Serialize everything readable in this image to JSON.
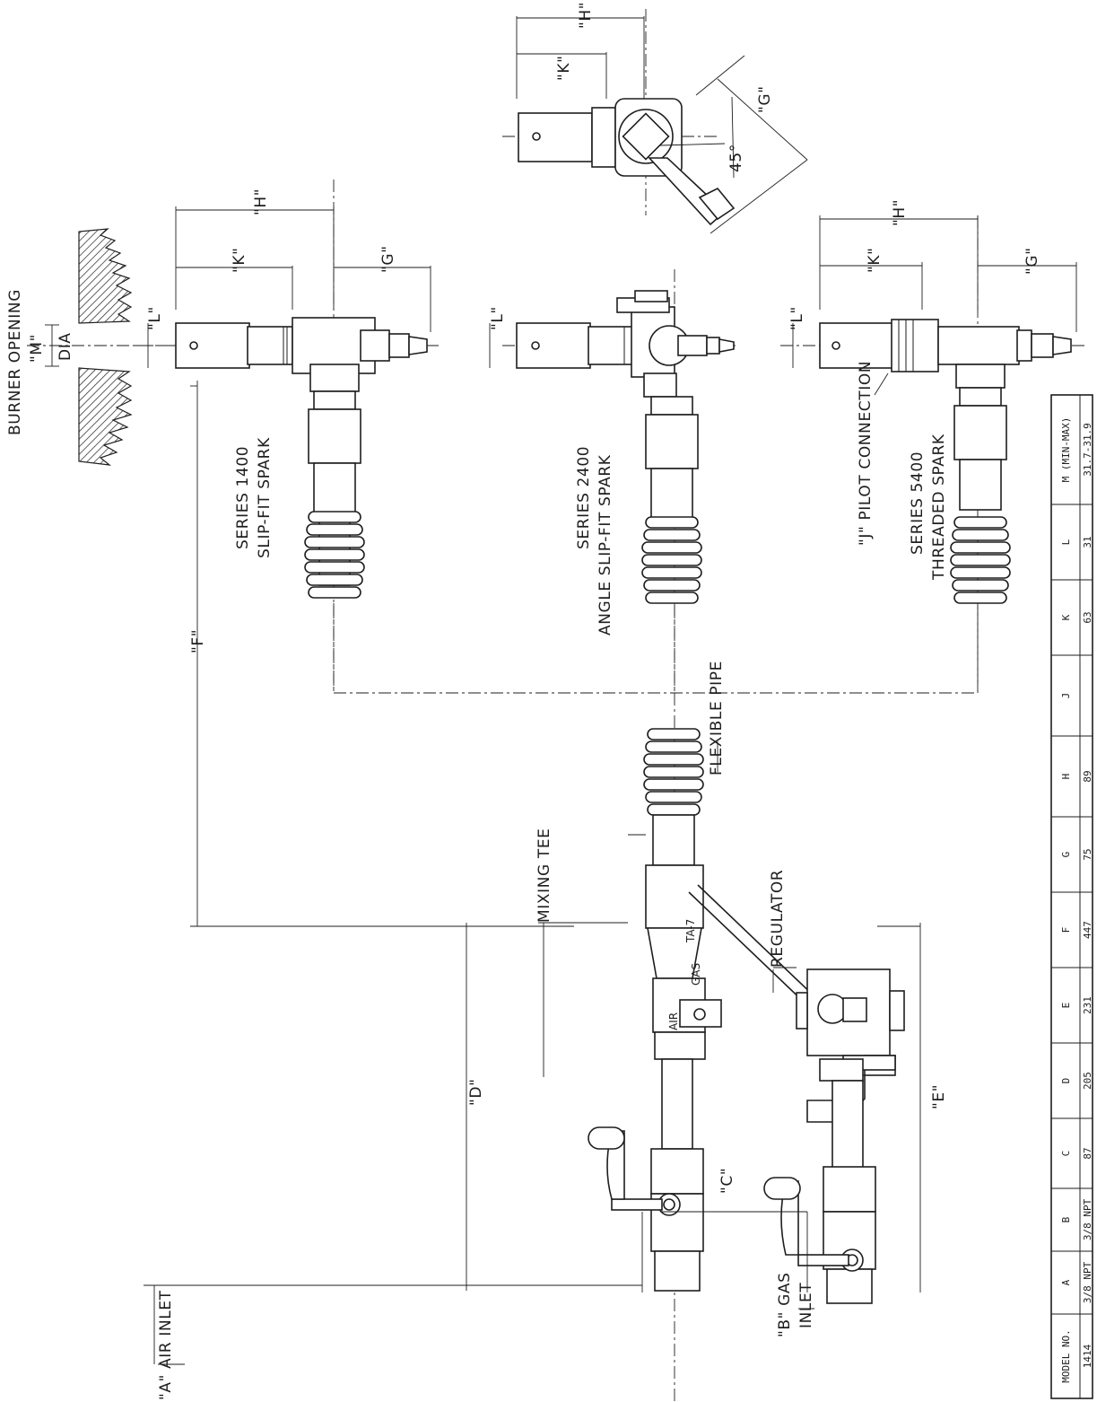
{
  "labels": {
    "burner_opening": "BURNER OPENING",
    "m_dia_quote": "\"M\"",
    "m_dia": "DIA",
    "series_1400_a": "SERIES 1400",
    "series_1400_b": "SLIP-FIT SPARK",
    "series_2400_a": "SERIES 2400",
    "series_2400_b": "ANGLE SLIP-FIT SPARK",
    "series_5400_a": "SERIES 5400",
    "series_5400_b": "THREADED SPARK",
    "pilot_connection": "\"J\" PILOT CONNECTION",
    "flexible_pipe": "FLEXIBLE PIPE",
    "mixing_tee": "MIXING TEE",
    "regulator": "REGULATOR",
    "air_inlet": "\"A\" AIR INLET",
    "gas_inlet_a": "\"B\" GAS",
    "gas_inlet_b": "INLET",
    "angle": "45°",
    "body_air": "AIR",
    "body_gas": "GAS",
    "body_tag": "TA-7"
  },
  "dims": {
    "d": "\"D\"",
    "e": "\"E\"",
    "f": "\"F\"",
    "c": "\"C\"",
    "g": "\"G\"",
    "h": "\"H\"",
    "k": "\"K\"",
    "l": "\"L\""
  },
  "table": {
    "headers": [
      "MODEL NO.",
      "A",
      "B",
      "C",
      "D",
      "E",
      "F",
      "G",
      "H",
      "J",
      "K",
      "L",
      "M (MIN-MAX)"
    ],
    "row": [
      "1414",
      "3/8 NPT",
      "3/8 NPT",
      "87",
      "205",
      "231",
      "447",
      "75",
      "89",
      "",
      "63",
      "31",
      "31.7-31.9"
    ]
  }
}
